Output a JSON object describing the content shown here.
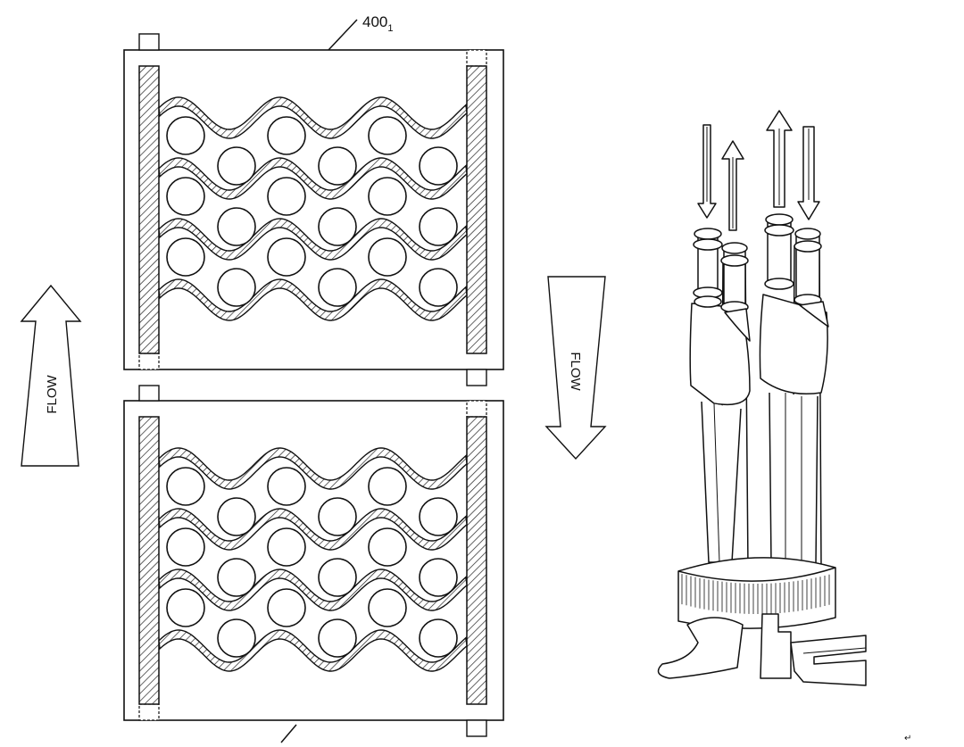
{
  "figure": {
    "ref_label": "400",
    "ref_subscript": "1",
    "flow_up_label": "FLOW",
    "flow_down_label": "FLOW",
    "mark_small": "↵"
  },
  "colors": {
    "ink": "#111111",
    "paper": "#ffffff"
  }
}
